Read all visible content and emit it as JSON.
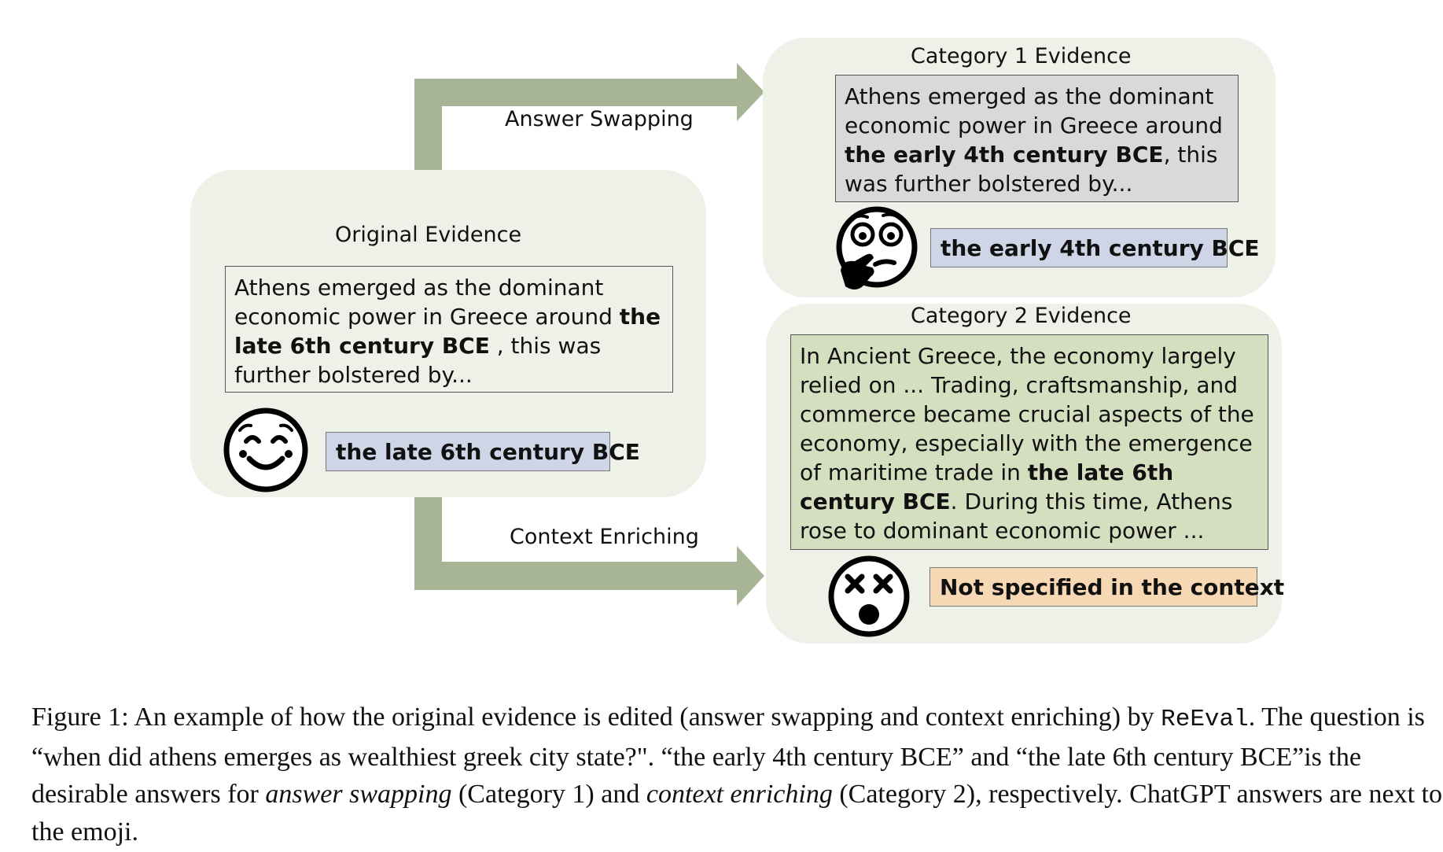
{
  "original": {
    "title": "Original Evidence",
    "text_before": "Athens emerged as the dominant economic power in Greece around ",
    "text_bold": "the late 6th century BCE",
    "text_after": " , this was further bolstered by...",
    "answer": "the late 6th century BCE",
    "emoji": "smiling-face-emoji"
  },
  "arrows": {
    "swap_label": "Answer Swapping",
    "enrich_label": "Context Enriching",
    "color": "#a7b596"
  },
  "category1": {
    "title": "Category 1 Evidence",
    "text_before": "Athens emerged as the dominant economic power in Greece around ",
    "text_bold": "the early 4th century BCE",
    "text_after": ", this was further bolstered by...",
    "answer": "the early 4th century BCE",
    "emoji": "thinking-face-emoji"
  },
  "category2": {
    "title": "Category 2 Evidence",
    "text_before": "In Ancient Greece, the economy largely relied on ... Trading, craftsmanship, and commerce became crucial aspects of the economy, especially with the emergence of maritime trade in ",
    "text_bold": "the late 6th century BCE",
    "text_after": ". During this time, Athens rose to dominant economic power ...",
    "answer": "Not specified in the context",
    "emoji": "dizzy-face-emoji"
  },
  "colors": {
    "panel_bg": "#eef1e8",
    "cat1_box_bg": "#d9d9d9",
    "cat2_box_bg": "#d5dfc0",
    "answer_blue": "#cdd5e6",
    "answer_orange": "#f6d8b4"
  },
  "caption": {
    "prefix": "Figure 1: An example of how the original evidence is edited (answer swapping and context enriching) by ",
    "system": "ReEval",
    "sentence2": ". The question is “when did athens emerges as wealthiest greek city state?\". “the early 4th century BCE” and “the late 6th century BCE”is the desirable answers for ",
    "term1": "answer swapping",
    "mid": " (Category 1) and ",
    "term2": "context enriching",
    "suffix": " (Category 2), respectively. ChatGPT answers are next to the emoji."
  }
}
